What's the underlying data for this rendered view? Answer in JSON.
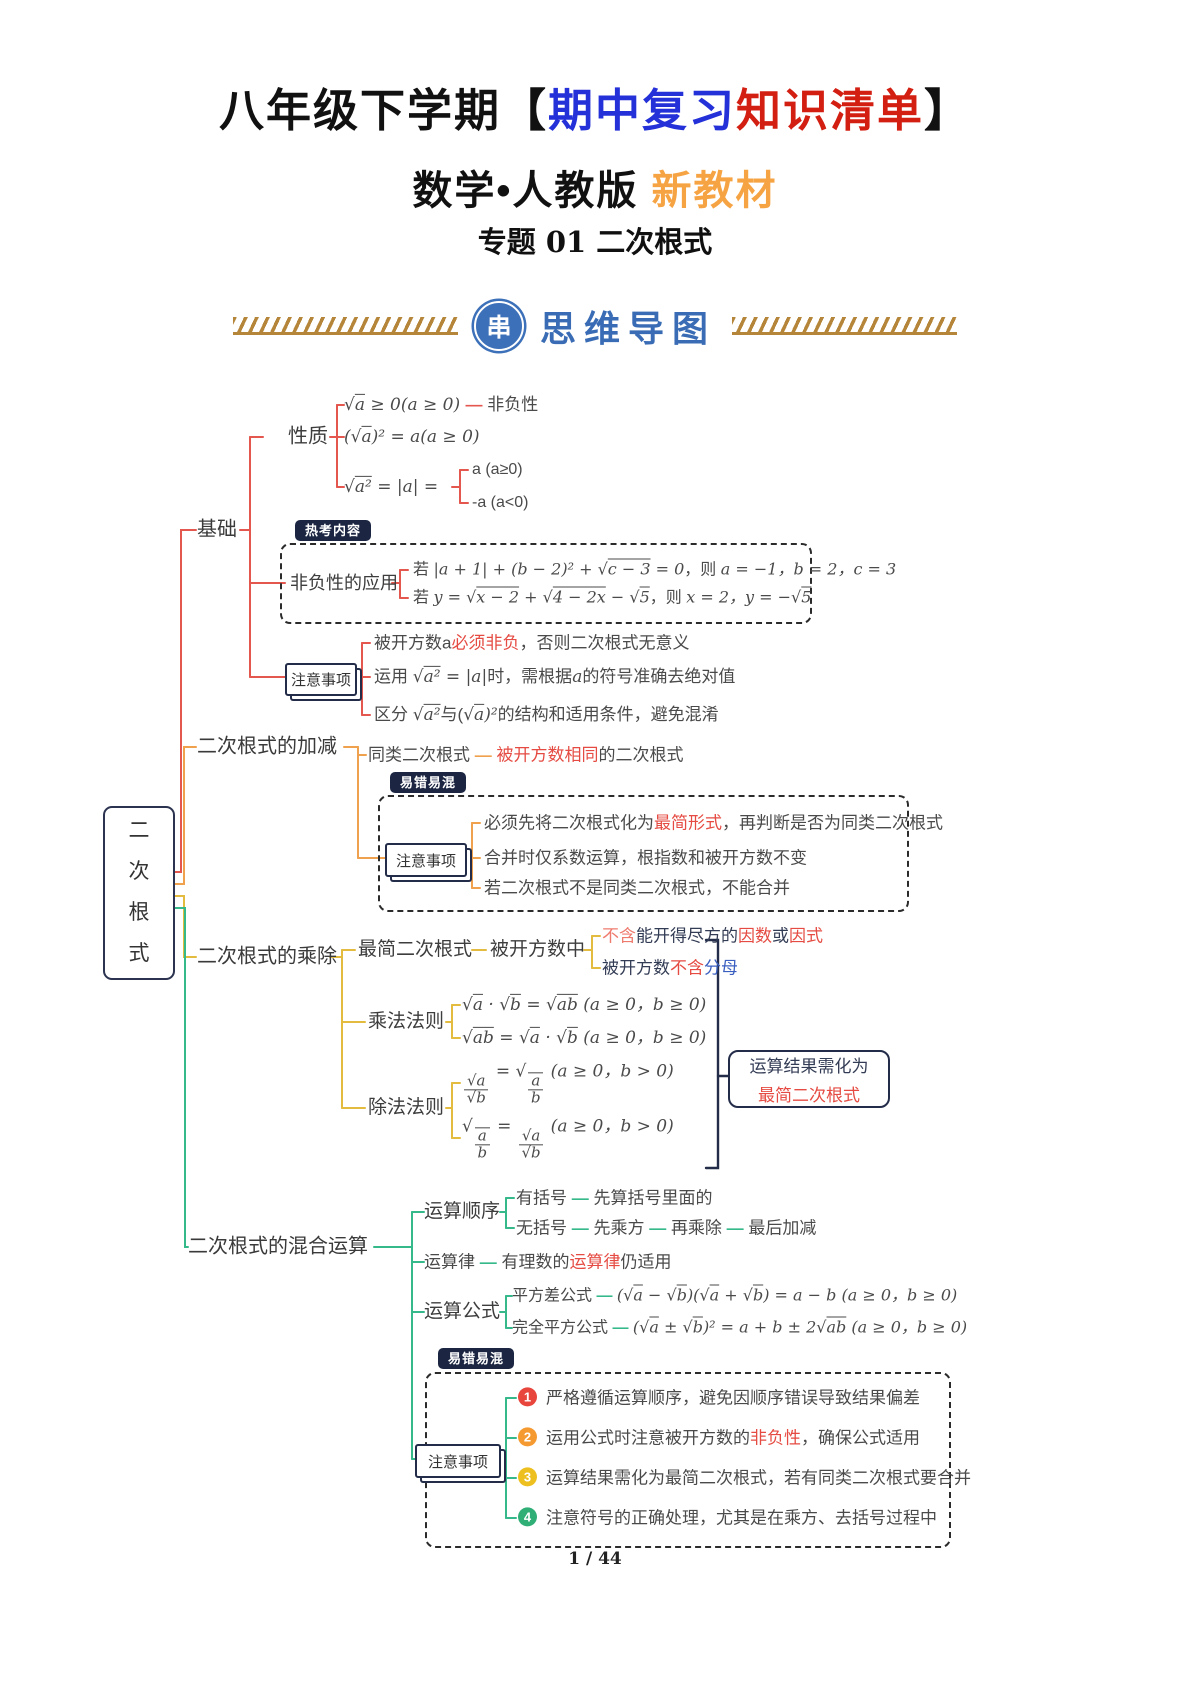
{
  "header": {
    "title_parts": [
      {
        "t": "八年级下学期【",
        "c": "t-black"
      },
      {
        "t": "期中复习",
        "c": "t-blue"
      },
      {
        "t": "知识清单",
        "c": "t-red"
      },
      {
        "t": "】",
        "c": "t-black"
      }
    ],
    "subtitle_parts": [
      {
        "t": "数学•人教版",
        "c": "t-black"
      },
      {
        "t": " 新教材",
        "c": "t-orange"
      }
    ],
    "topic": "专题 01  二次根式",
    "banner": {
      "badge": "串",
      "label": "思维导图"
    }
  },
  "colors": {
    "branch_basics": "#e4574e",
    "branch_addsub": "#efa14d",
    "branch_muldiv": "#e3bc3f",
    "branch_mixed": "#36b98a",
    "badge_bg": "#1c2642",
    "highlight_red": "#e54b42",
    "highlight_blue": "#3a5fc0",
    "banner_blue": "#3a6cb5",
    "hatch_gold": "#b5853a"
  },
  "root": {
    "label": "二\n次\n根\n式"
  },
  "branches": {
    "basics": {
      "label": "基础",
      "props_label": "性质",
      "formulas": {
        "f1": [
          {
            "t": "√",
            "c": "m"
          },
          {
            "t": "a",
            "c": "m ov"
          },
          {
            "t": " ≥ 0(a ≥ 0) ",
            "c": "m"
          },
          {
            "t": "— ",
            "c": "dr"
          },
          {
            "t": "非负性"
          }
        ],
        "f2": [
          {
            "t": "(",
            "c": "m"
          },
          {
            "t": "√",
            "c": "m"
          },
          {
            "t": "a",
            "c": "m ov"
          },
          {
            "t": ")² = a(a ≥ 0)",
            "c": "m"
          }
        ],
        "f3": [
          {
            "t": "√",
            "c": "m"
          },
          {
            "t": "a²",
            "c": "m ov"
          },
          {
            "t": " = |a| =",
            "c": "m"
          }
        ],
        "case1": [
          {
            "t": "a  (a≥0)"
          }
        ],
        "case2": [
          {
            "t": "-a  (a<0)"
          }
        ]
      },
      "hot_badge": "热考内容",
      "app": {
        "label": "非负性的应用",
        "l1": [
          {
            "t": "若 "
          },
          {
            "t": "|a + 1| + (b − 2)² + ",
            "c": "m"
          },
          {
            "t": "√",
            "c": "m"
          },
          {
            "t": "c − 3",
            "c": "m ov"
          },
          {
            "t": " = 0",
            "c": "m"
          },
          {
            "t": "，则 "
          },
          {
            "t": "a = −1，b = 2，c = 3",
            "c": "m"
          }
        ],
        "l2": [
          {
            "t": "若 "
          },
          {
            "t": "y = ",
            "c": "m"
          },
          {
            "t": "√",
            "c": "m"
          },
          {
            "t": "x − 2",
            "c": "m ov"
          },
          {
            "t": " + ",
            "c": "m"
          },
          {
            "t": "√",
            "c": "m"
          },
          {
            "t": "4 − 2x",
            "c": "m ov"
          },
          {
            "t": " − ",
            "c": "m"
          },
          {
            "t": "√",
            "c": "m"
          },
          {
            "t": "5",
            "c": "m ov"
          },
          {
            "t": "，则 "
          },
          {
            "t": "x = 2，y = −",
            "c": "m"
          },
          {
            "t": "√",
            "c": "m"
          },
          {
            "t": "5",
            "c": "m ov"
          }
        ]
      },
      "notes": {
        "label": "注意事项",
        "n1": [
          {
            "t": "被开方数a"
          },
          {
            "t": "必须非负",
            "c": "red"
          },
          {
            "t": "，否则二次根式无意义"
          }
        ],
        "n2": [
          {
            "t": "运用 "
          },
          {
            "t": "√",
            "c": "m"
          },
          {
            "t": "a²",
            "c": "m ov"
          },
          {
            "t": " = |a|",
            "c": "m"
          },
          {
            "t": "时，需根据"
          },
          {
            "t": "a",
            "c": "m"
          },
          {
            "t": "的符号准确去绝对值"
          }
        ],
        "n3": [
          {
            "t": "区分 "
          },
          {
            "t": "√",
            "c": "m"
          },
          {
            "t": "a²",
            "c": "m ov"
          },
          {
            "t": "与(",
            "c": ""
          },
          {
            "t": "√",
            "c": "m"
          },
          {
            "t": "a",
            "c": "m ov"
          },
          {
            "t": ")²",
            "c": "m"
          },
          {
            "t": "的结构和适用条件，避免混淆"
          }
        ]
      }
    },
    "addsub": {
      "label": "二次根式的加减",
      "same_row": [
        {
          "t": "同类二次根式 "
        },
        {
          "t": "— ",
          "c": "do"
        },
        {
          "t": "被开方数相同",
          "c": "red"
        },
        {
          "t": "的二次根式"
        }
      ],
      "confuse_badge": "易错易混",
      "notes": {
        "label": "注意事项",
        "a1": [
          {
            "t": "必须先将二次根式化为"
          },
          {
            "t": "最简形式",
            "c": "red"
          },
          {
            "t": "，再判断是否为同类二次根式"
          }
        ],
        "a2": [
          {
            "t": "合并时仅系数运算，根指数和被开方数不变"
          }
        ],
        "a3": [
          {
            "t": "若二次根式不是同类二次根式，不能合并"
          }
        ]
      }
    },
    "muldiv": {
      "label": "二次根式的乘除",
      "simplest_label": "最简二次根式",
      "radicand_label": "被开方数中",
      "items": {
        "i1": [
          {
            "t": "不含",
            "c": "pink"
          },
          {
            "t": "能开得尽方的",
            "c": "navy"
          },
          {
            "t": "因数",
            "c": "red"
          },
          {
            "t": "或",
            "c": "navy"
          },
          {
            "t": "因式",
            "c": "red"
          }
        ],
        "i2": [
          {
            "t": "被开方数",
            "c": "navy"
          },
          {
            "t": "不含",
            "c": "red"
          },
          {
            "t": "分母",
            "c": "blue"
          }
        ]
      },
      "mul": {
        "label": "乘法法则",
        "f1": [
          {
            "t": "√",
            "c": "m"
          },
          {
            "t": "a",
            "c": "m ov"
          },
          {
            "t": " · ",
            "c": "m"
          },
          {
            "t": "√",
            "c": "m"
          },
          {
            "t": "b",
            "c": "m ov"
          },
          {
            "t": " = ",
            "c": "m"
          },
          {
            "t": "√",
            "c": "m"
          },
          {
            "t": "ab",
            "c": "m ov"
          },
          {
            "t": " (a ≥ 0，b ≥ 0)",
            "c": "m"
          }
        ],
        "f2": [
          {
            "t": "√",
            "c": "m"
          },
          {
            "t": "ab",
            "c": "m ov"
          },
          {
            "t": " = ",
            "c": "m"
          },
          {
            "t": "√",
            "c": "m"
          },
          {
            "t": "a",
            "c": "m ov"
          },
          {
            "t": " · ",
            "c": "m"
          },
          {
            "t": "√",
            "c": "m"
          },
          {
            "t": "b",
            "c": "m ov"
          },
          {
            "t": " (a ≥ 0，b ≥ 0)",
            "c": "m"
          }
        ]
      },
      "div": {
        "label": "除法法则",
        "f1": [
          {
            "t": "√a|√b",
            "c": "frac"
          },
          {
            "t": " = ",
            "c": "m"
          },
          {
            "t": "√",
            "c": "m"
          },
          {
            "t": "a|b",
            "c": "frac ov"
          },
          {
            "t": " (a ≥ 0，b > 0)",
            "c": "m"
          }
        ],
        "f2": [
          {
            "t": "√",
            "c": "m"
          },
          {
            "t": "a|b",
            "c": "frac ov"
          },
          {
            "t": " = ",
            "c": "m"
          },
          {
            "t": "√a|√b",
            "c": "frac"
          },
          {
            "t": " (a ≥ 0，b > 0)",
            "c": "m"
          }
        ]
      },
      "note": {
        "line1": "运算结果需化为",
        "line2": "最简二次根式"
      }
    },
    "mixed": {
      "label": "二次根式的混合运算",
      "order": {
        "label": "运算顺序",
        "r1": [
          {
            "t": "有括号 "
          },
          {
            "t": "— ",
            "c": "dg"
          },
          {
            "t": "先算括号里面的"
          }
        ],
        "r2": [
          {
            "t": "无括号 "
          },
          {
            "t": "— ",
            "c": "dg"
          },
          {
            "t": "先乘方 "
          },
          {
            "t": "— ",
            "c": "dg"
          },
          {
            "t": "再乘除 "
          },
          {
            "t": "— ",
            "c": "dg"
          },
          {
            "t": "最后加减"
          }
        ]
      },
      "law_row": [
        {
          "t": "运算律 "
        },
        {
          "t": "— ",
          "c": "dg"
        },
        {
          "t": "有理数的"
        },
        {
          "t": "运算律",
          "c": "red"
        },
        {
          "t": "仍适用"
        }
      ],
      "formula": {
        "label": "运算公式",
        "p1": [
          {
            "t": "平方差公式 "
          },
          {
            "t": "— ",
            "c": "dg"
          },
          {
            "t": "(",
            "c": "m"
          },
          {
            "t": "√",
            "c": "m"
          },
          {
            "t": "a",
            "c": "m ov"
          },
          {
            "t": " − ",
            "c": "m"
          },
          {
            "t": "√",
            "c": "m"
          },
          {
            "t": "b",
            "c": "m ov"
          },
          {
            "t": ")(",
            "c": "m"
          },
          {
            "t": "√",
            "c": "m"
          },
          {
            "t": "a",
            "c": "m ov"
          },
          {
            "t": " + ",
            "c": "m"
          },
          {
            "t": "√",
            "c": "m"
          },
          {
            "t": "b",
            "c": "m ov"
          },
          {
            "t": ") = a − b (a ≥ 0，b ≥ 0)",
            "c": "m"
          }
        ],
        "p2": [
          {
            "t": "完全平方公式 "
          },
          {
            "t": "— ",
            "c": "dg"
          },
          {
            "t": "(",
            "c": "m"
          },
          {
            "t": "√",
            "c": "m"
          },
          {
            "t": "a",
            "c": "m ov"
          },
          {
            "t": " ± ",
            "c": "m"
          },
          {
            "t": "√",
            "c": "m"
          },
          {
            "t": "b",
            "c": "m ov"
          },
          {
            "t": ")² = a + b ± 2",
            "c": "m"
          },
          {
            "t": "√",
            "c": "m"
          },
          {
            "t": "ab",
            "c": "m ov"
          },
          {
            "t": " (a ≥ 0，b ≥ 0)",
            "c": "m"
          }
        ]
      },
      "confuse_badge": "易错易混",
      "notes": {
        "label": "注意事项",
        "t1": [
          {
            "t": "1",
            "c": "num n1"
          },
          {
            "t": "严格遵循运算顺序，避免因顺序错误导致结果偏差"
          }
        ],
        "t2": [
          {
            "t": "2",
            "c": "num n2"
          },
          {
            "t": "运用公式时注意被开方数的"
          },
          {
            "t": "非负性",
            "c": "red"
          },
          {
            "t": "，确保公式适用"
          }
        ],
        "t3": [
          {
            "t": "3",
            "c": "num n3"
          },
          {
            "t": "运算结果需化为最简二次根式，若有同类二次根式要合并"
          }
        ],
        "t4": [
          {
            "t": "4",
            "c": "num n4"
          },
          {
            "t": "注意符号的正确处理，尤其是在乘方、去括号过程中"
          }
        ]
      }
    }
  },
  "footer": {
    "page": "1 / 44"
  }
}
